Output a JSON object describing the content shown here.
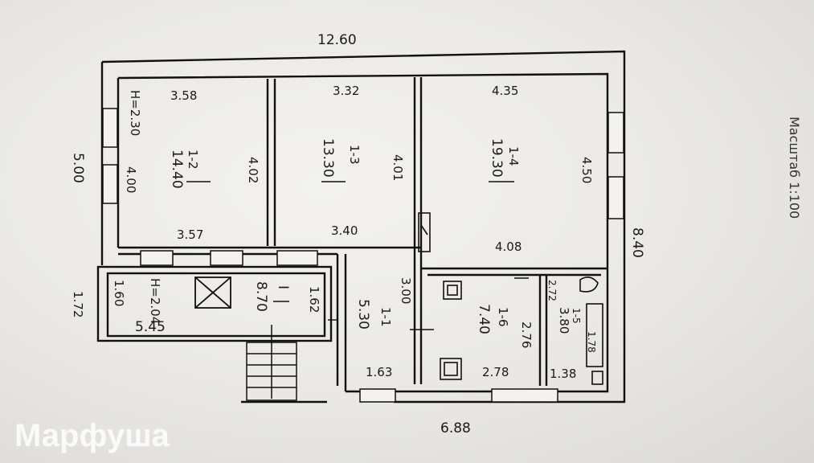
{
  "watermark": "Марфуша",
  "scale_note": "Масштаб 1:100",
  "overall": {
    "top_width": "12.60",
    "bottom_width": "6.88",
    "left_height": "5.00",
    "right_height": "8.40",
    "veranda_height": "1.72"
  },
  "rooms": {
    "r1": {
      "id": "1-2",
      "area": "14.40",
      "ceiling": "H=2.30",
      "top": "3.58",
      "bottom": "3.57",
      "left": "4.00",
      "right": "4.02"
    },
    "r2": {
      "id": "1-3",
      "area": "13.30",
      "top": "3.32",
      "bottom": "3.40",
      "right": "4.01"
    },
    "r3": {
      "id": "1-4",
      "area": "19.30",
      "top": "4.35",
      "bottom": "4.08",
      "right": "4.50"
    },
    "veranda": {
      "id": "I",
      "area": "8.70",
      "ceiling": "H=2.04",
      "width": "5.45",
      "left": "1.60",
      "right": "1.62"
    },
    "hall": {
      "id": "1-1",
      "area": "5.30",
      "bottom": "1.63",
      "right": "3.00"
    },
    "kitchen": {
      "id": "1-6",
      "area": "7.40",
      "bottom": "2.78",
      "right": "2.76"
    },
    "bath": {
      "id": "1-5",
      "area": "3.80",
      "top": "2.72",
      "bottom": "1.38",
      "tub": "1.78"
    }
  }
}
